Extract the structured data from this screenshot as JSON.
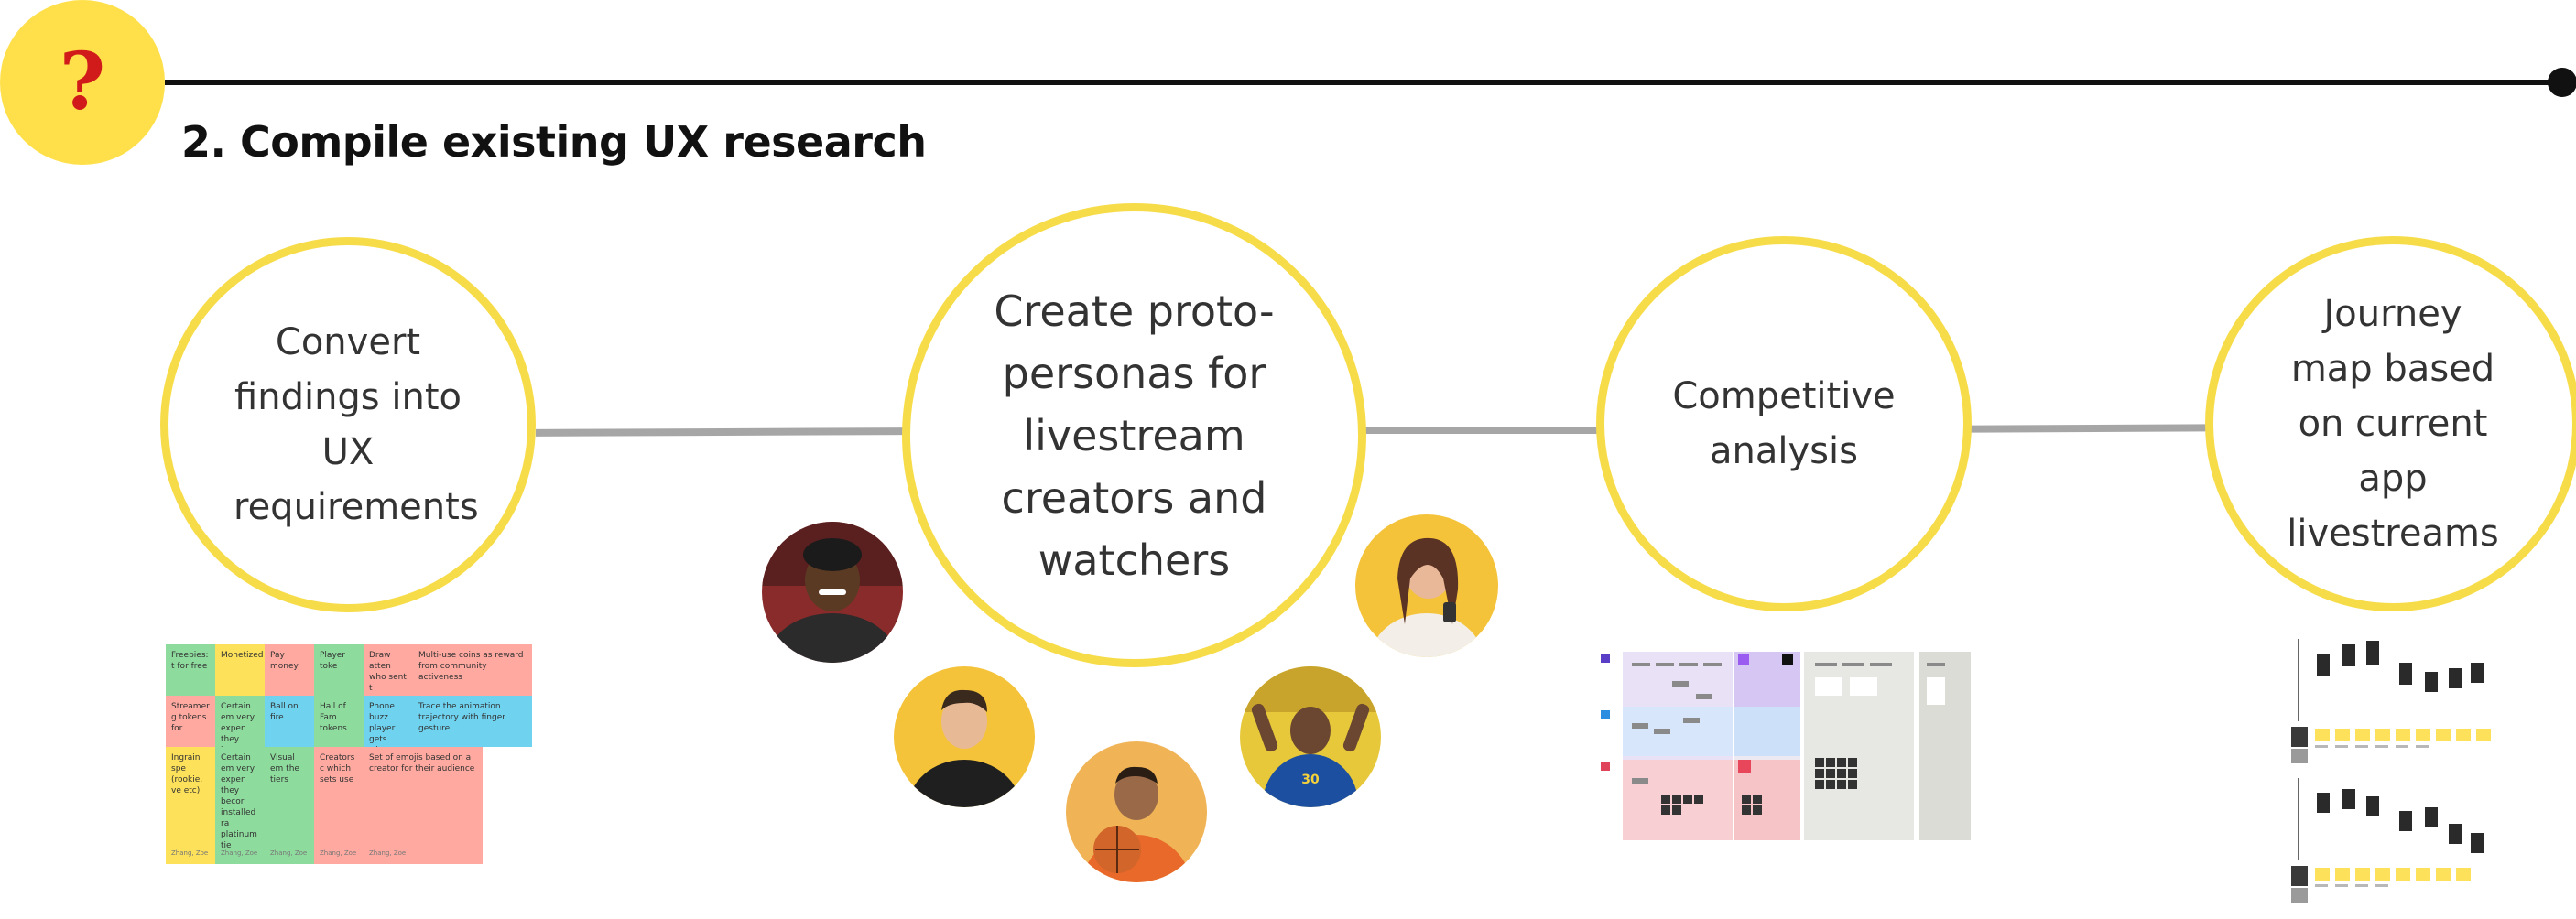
{
  "colors": {
    "accent_yellow": "#ffe04a",
    "ring_yellow": "#f7dc4a",
    "question_red": "#d11a1a",
    "line_dark": "#111111",
    "connector_gray": "#a6a6a6",
    "sticky_green": "#8edc9d",
    "sticky_yellow": "#fde15a",
    "sticky_pink": "#ffa9a0",
    "sticky_blue": "#6fd3f0",
    "avatar_bg": "#f6c944"
  },
  "header": {
    "badge_symbol": "?",
    "title": "2. Compile existing UX research"
  },
  "steps": [
    {
      "label": "Convert findings into UX requirements"
    },
    {
      "label": "Create proto-personas for livestream creators and watchers"
    },
    {
      "label": "Competitive analysis"
    },
    {
      "label": "Journey map based on current app livestreams"
    }
  ],
  "stickies": [
    {
      "text": "Freebies: t for free",
      "color": "green"
    },
    {
      "text": "Monetized",
      "color": "yellow"
    },
    {
      "text": "Pay money",
      "color": "pink"
    },
    {
      "text": "Player toke",
      "color": "green"
    },
    {
      "text": "Draw atten who sent t",
      "color": "pink"
    },
    {
      "text": "Multi-use coins as reward from community activeness",
      "color": "pink"
    },
    {
      "text": "Streamer g tokens for",
      "color": "pink"
    },
    {
      "text": "Certain em very expen they becor",
      "color": "green"
    },
    {
      "text": "Ball on fire",
      "color": "blue"
    },
    {
      "text": "Hall of Fam tokens",
      "color": "green"
    },
    {
      "text": "Phone buzz player gets when ball g",
      "color": "blue"
    },
    {
      "text": "Trace the animation trajectory with finger gesture",
      "color": "blue"
    },
    {
      "text": "Ingrain spe (rookie, ve etc)",
      "color": "yellow"
    },
    {
      "text": "Certain em very expen they becor installed ra platinum tie",
      "color": "green"
    },
    {
      "text": "Visual em the tiers",
      "color": "green"
    },
    {
      "text": "Creators c which sets use",
      "color": "pink"
    },
    {
      "text": "Set of emojis based on a creator for their audience",
      "color": "pink"
    }
  ],
  "sticky_signature": "Zhang, Zoe",
  "avatars": [
    {
      "name": "persona-1",
      "icon": "person"
    },
    {
      "name": "persona-2",
      "icon": "person"
    },
    {
      "name": "persona-3",
      "icon": "person"
    },
    {
      "name": "persona-4",
      "icon": "person"
    },
    {
      "name": "persona-5",
      "icon": "person"
    }
  ]
}
